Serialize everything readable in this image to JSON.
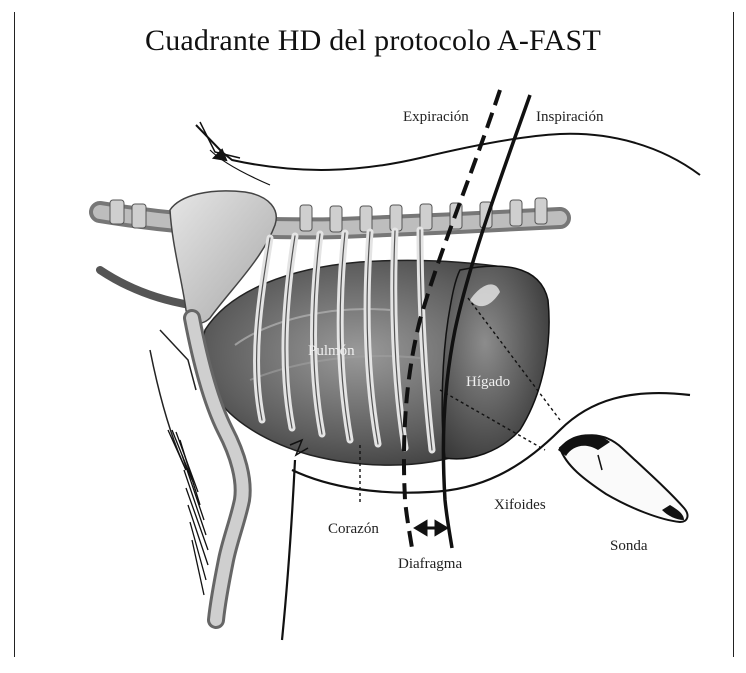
{
  "figure": {
    "title": "Cuadrante HD del protocolo A-FAST",
    "labels": {
      "expiracion": "Expiración",
      "inspiracion": "Inspiración",
      "pulmon": "Pulmón",
      "higado": "Hígado",
      "corazon": "Corazón",
      "xifoides": "Xifoides",
      "sonda": "Sonda",
      "diafragma": "Diafragma"
    }
  }
}
